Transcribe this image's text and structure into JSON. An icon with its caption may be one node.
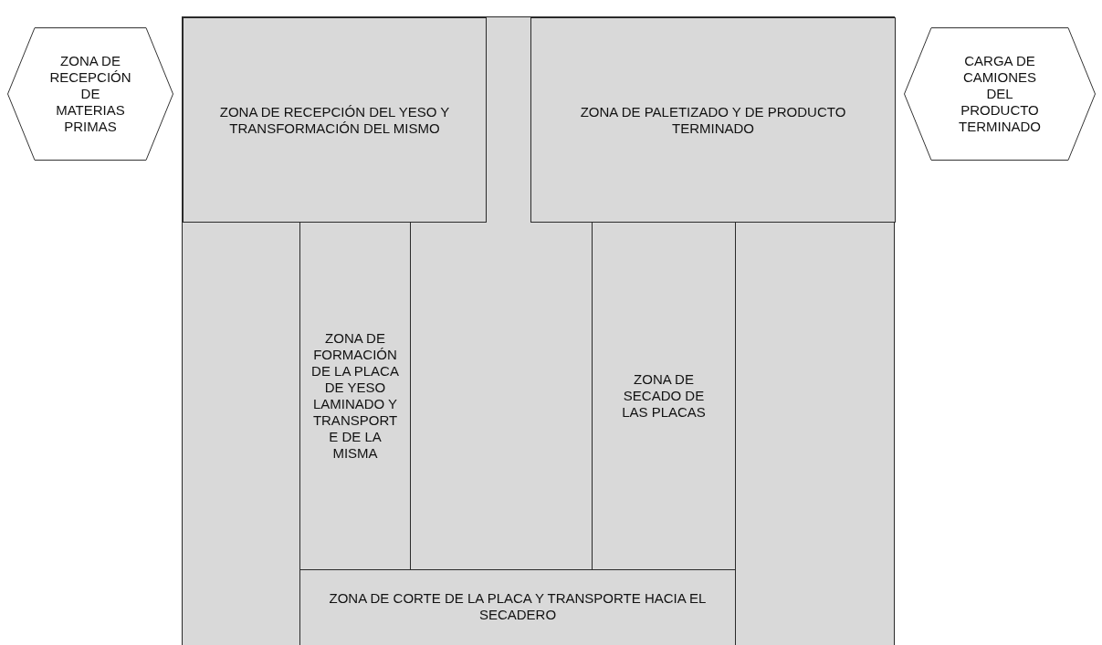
{
  "diagram": {
    "nodes": [
      {
        "text": [
          "ZONA DE RECEPCIÓN DE MATERIAS PRIMAS"
        ]
      },
      {
        "text": [],
        "shape": "box"
      },
      {
        "text": [
          "ZONA DE RECEPCIÓN DEL YESO Y TRANSFORMACIÓN DEL MISMO"
        ],
        "in": 1
      },
      {
        "text": [
          "ZONA DE PALETIZADO Y DE PRODUCTO TERMINADO"
        ],
        "in": 1
      },
      {
        "text": [
          "CARGA DE CAMIONES DEL PRODUCTO TERMINADO"
        ]
      },
      {
        "text": [
          "ZONA DE FORMACIÓN DE LA PLACA DE YESO LAMINADO Y TRANSPORTE DE LA MISMA"
        ],
        "in": 1
      },
      {
        "text": [
          "ZONA DE SECADO DE LAS PLACAS"
        ],
        "in": 1
      },
      {
        "text": [
          "ZONA DE CORTE DE LA PLACA Y TRANSPORTE HACIA EL SECADERO"
        ],
        "in": 1
      }
    ]
  }
}
